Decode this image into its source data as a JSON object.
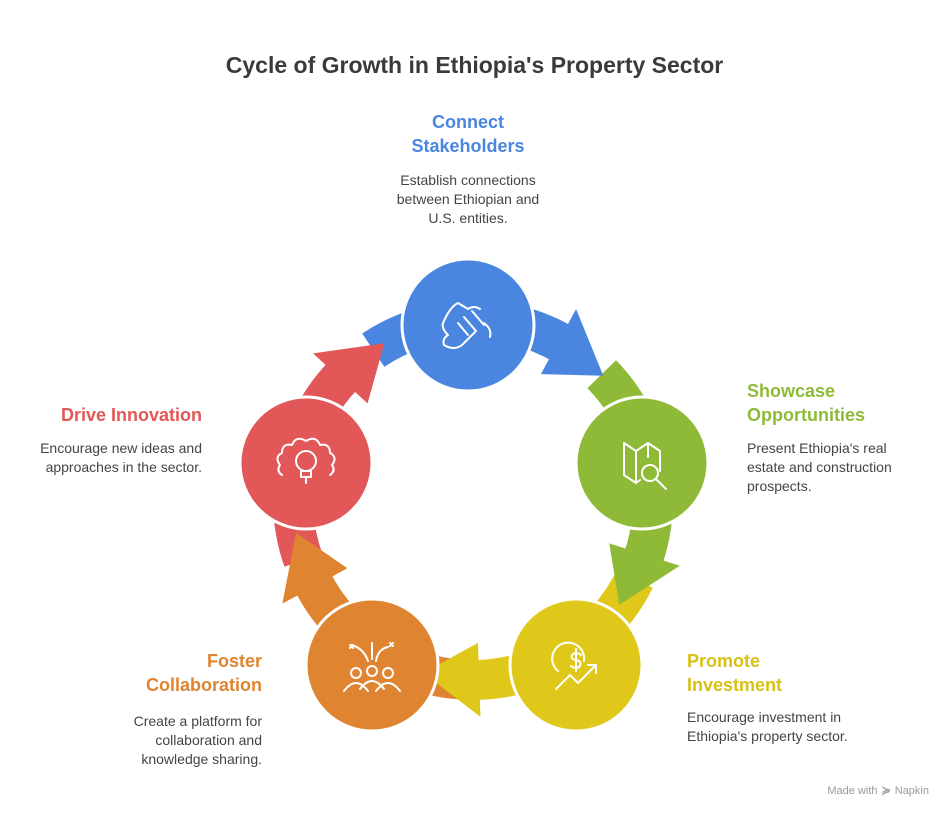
{
  "title": "Cycle of Growth in Ethiopia's Property Sector",
  "steps": [
    {
      "id": "connect",
      "title_line1": "Connect",
      "title_line2": "Stakeholders",
      "desc": [
        "Establish connections",
        "between Ethiopian and",
        "U.S. entities."
      ],
      "color": "#4a86e0",
      "icon": "handshake-icon"
    },
    {
      "id": "showcase",
      "title_line1": "Showcase",
      "title_line2": "Opportunities",
      "desc": [
        "Present Ethiopia's real",
        "estate and construction",
        "prospects."
      ],
      "color": "#8fba38",
      "icon": "map-search-icon"
    },
    {
      "id": "promote",
      "title_line1": "Promote",
      "title_line2": "Investment",
      "desc": [
        "Encourage investment in",
        "Ethiopia's property sector."
      ],
      "color": "#e0c81a",
      "icon": "dollar-growth-icon"
    },
    {
      "id": "foster",
      "title_line1": "Foster",
      "title_line2": "Collaboration",
      "desc": [
        "Create a platform for",
        "collaboration and",
        "knowledge sharing."
      ],
      "color": "#df8430",
      "icon": "team-celebration-icon"
    },
    {
      "id": "drive",
      "title_line1": "Drive Innovation",
      "desc": [
        "Encourage new ideas and",
        "approaches in the sector."
      ],
      "color": "#e25757",
      "icon": "gear-bulb-icon"
    }
  ],
  "footer": {
    "made_with": "Made with",
    "brand": "Napkin"
  }
}
